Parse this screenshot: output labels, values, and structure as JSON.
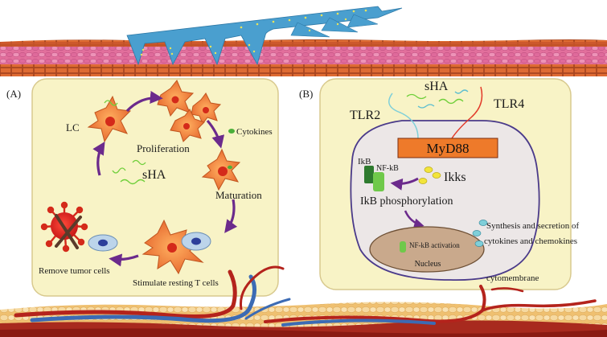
{
  "panel_a": {
    "letter": "(A)",
    "lc": "LC",
    "proliferation": "Proliferation",
    "cytokines": "Cytokines",
    "sha": "sHA",
    "maturation": "Maturation",
    "remove_tumor": "Remove tumor cells",
    "stimulate": "Stimulate resting T cells"
  },
  "panel_b": {
    "letter": "(B)",
    "sha": "sHA",
    "tlr2": "TLR2",
    "tlr4": "TLR4",
    "myd88": "MyD88",
    "ikb": "IkB",
    "nfkb": "NF-kB",
    "ikks": "Ikks",
    "phosphorylation": "IkB phosphorylation",
    "nfkb_activation": "NF-kB activation",
    "nucleus": "Nucleus",
    "synthesis_line1": "Synthesis and secretion of",
    "synthesis_line2": "cytokines and chemokines",
    "cytomembrane": "cytomembrane"
  },
  "colors": {
    "panel_fill": "#f8f3c6",
    "panel_stroke": "#d8c98e",
    "skin_pink": "#e26f9c",
    "skin_orange": "#d2602c",
    "blue_ribbon": "#4a9fcf",
    "myd88_fill": "#ee7a2a",
    "cell_fill": "#ece7e7",
    "nucleus_fill": "#c9a98c",
    "arrow_purple": "#6b2a8c",
    "vessel_red": "#b4231c",
    "vessel_blue": "#3c6bb4",
    "tissue_tan": "#f0c98a"
  }
}
